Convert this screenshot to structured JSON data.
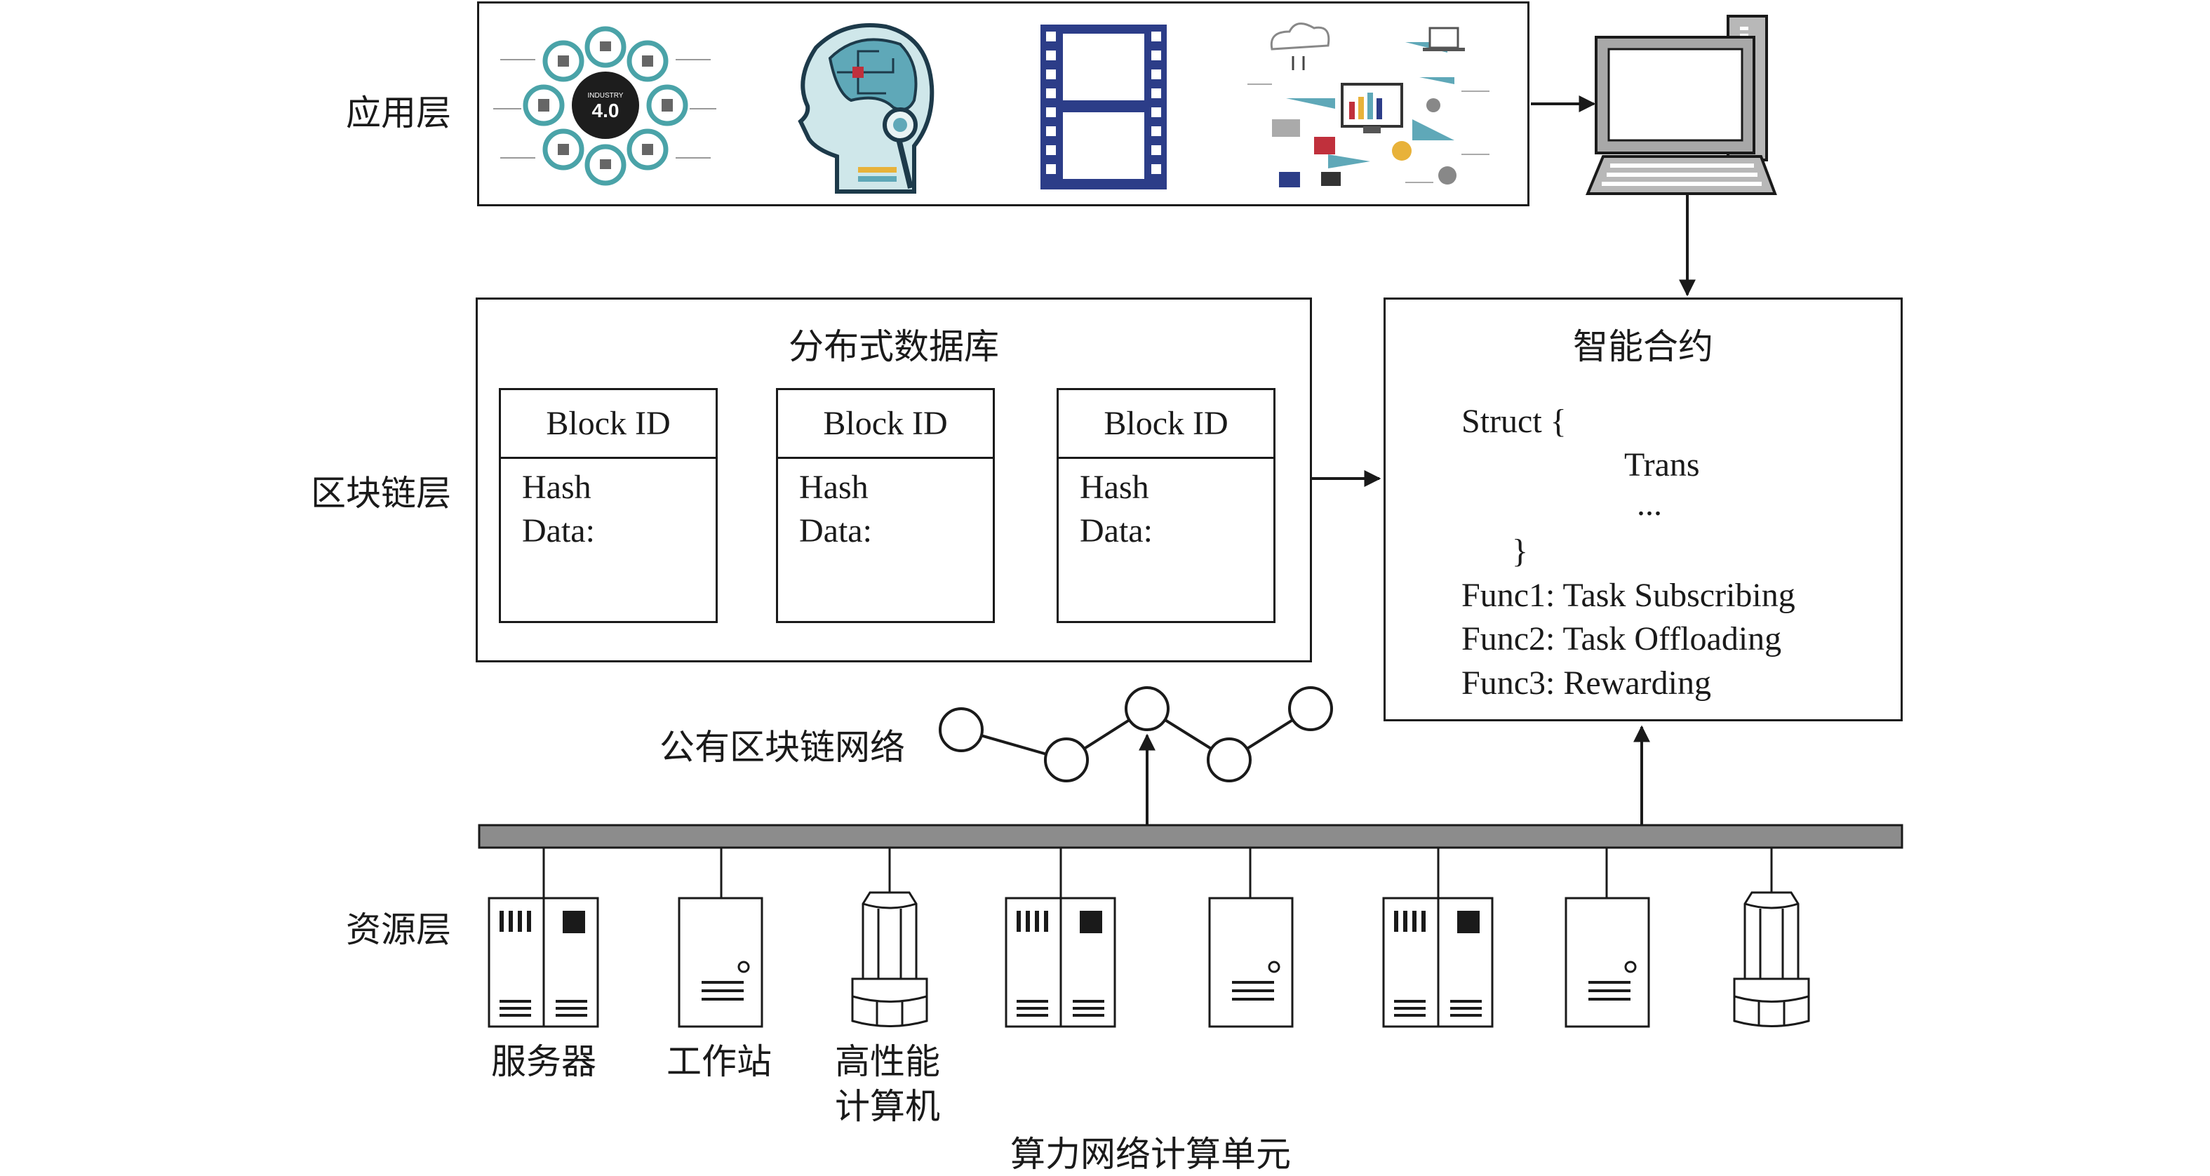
{
  "layers": {
    "application": "应用层",
    "blockchain": "区块链层",
    "resource": "资源层"
  },
  "distributed_db": {
    "title": "分布式数据库",
    "blocks": [
      {
        "id_label": "Block ID",
        "hash_label": "Hash",
        "data_label": "Data:"
      },
      {
        "id_label": "Block ID",
        "hash_label": "Hash",
        "data_label": "Data:"
      },
      {
        "id_label": "Block ID",
        "hash_label": "Hash",
        "data_label": "Data:"
      }
    ]
  },
  "smart_contract": {
    "title": "智能合约",
    "struct_open": "Struct {",
    "trans": "Trans",
    "ellipsis": "...",
    "struct_close": "}",
    "func1": "Func1: Task Subscribing",
    "func2": "Func2: Task Offloading",
    "func3": "Func3: Rewarding"
  },
  "public_network": "公有区块链网络",
  "resource_labels": {
    "server": "服务器",
    "workstation": "工作站",
    "hpc_line1": "高性能",
    "hpc_line2": "计算机",
    "unit": "算力网络计算单元"
  },
  "icons": [
    "industry-4-0-icon",
    "ai-head-icon",
    "film-strip-icon",
    "cloud-network-icon",
    "desktop-computer-icon",
    "server-icon",
    "workstation-icon",
    "hpc-icon"
  ],
  "industry_badge": {
    "line1": "INDUSTRY",
    "line2": "4.0"
  }
}
